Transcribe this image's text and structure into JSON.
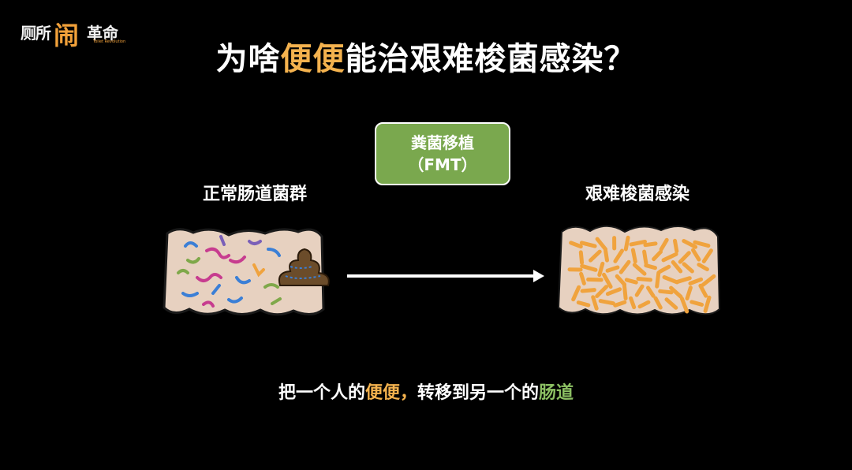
{
  "logo": {
    "part1": "厕所",
    "part2": "闹",
    "part3": "革命",
    "sub": "Toilet Revolution"
  },
  "title": {
    "pre": "为啥",
    "highlight": "便便",
    "post": "能治艰难梭菌感染？"
  },
  "fmt": {
    "line1": "粪菌移植",
    "line2": "（FMT）"
  },
  "left_label": "正常肠道菌群",
  "right_label": "艰难梭菌感染",
  "caption": {
    "part1": "把一个人的",
    "highlight1": "便便，",
    "part2": "转移到另一个的",
    "highlight2": "肠道"
  },
  "colors": {
    "background": "#000000",
    "highlight": "#f4b24e",
    "green": "#8cc063",
    "fmt_box": "#7aa84e",
    "gut": "#e7d1c0",
    "bacteria_orange": "#f0a33e"
  }
}
